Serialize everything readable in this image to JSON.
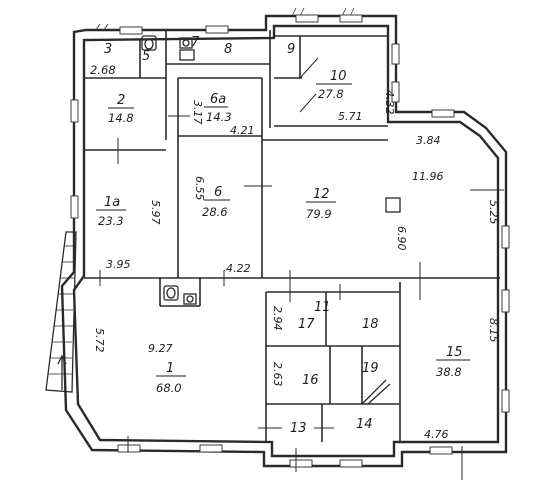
{
  "rooms": [
    {
      "id": "r3",
      "number": "3",
      "area": "2.68"
    },
    {
      "id": "r5",
      "number": "5",
      "area": ""
    },
    {
      "id": "r7",
      "number": "7",
      "area": ""
    },
    {
      "id": "r8",
      "number": "8",
      "area": ""
    },
    {
      "id": "r9",
      "number": "9",
      "area": ""
    },
    {
      "id": "r10",
      "number": "10",
      "area": "27.8"
    },
    {
      "id": "r2",
      "number": "2",
      "area": "14.8"
    },
    {
      "id": "r6a",
      "number": "6a",
      "area": "14.3"
    },
    {
      "id": "r1a",
      "number": "1a",
      "area": "23.3"
    },
    {
      "id": "r6",
      "number": "6",
      "area": "28.6"
    },
    {
      "id": "r12",
      "number": "12",
      "area": "79.9"
    },
    {
      "id": "r11",
      "number": "11",
      "area": ""
    },
    {
      "id": "r1",
      "number": "1",
      "area": "68.0"
    },
    {
      "id": "r17",
      "number": "17",
      "area": ""
    },
    {
      "id": "r18",
      "number": "18",
      "area": ""
    },
    {
      "id": "r16",
      "number": "16",
      "area": ""
    },
    {
      "id": "r19",
      "number": "19",
      "area": ""
    },
    {
      "id": "r15",
      "number": "15",
      "area": "38.8"
    },
    {
      "id": "r13",
      "number": "13",
      "area": ""
    },
    {
      "id": "r14",
      "number": "14",
      "area": ""
    }
  ],
  "dimensions": [
    {
      "id": "d432",
      "text": "4.32"
    },
    {
      "id": "d571",
      "text": "5.71"
    },
    {
      "id": "d317",
      "text": "3.17"
    },
    {
      "id": "d421",
      "text": "4.21"
    },
    {
      "id": "d384",
      "text": "3.84"
    },
    {
      "id": "d1196",
      "text": "11.96"
    },
    {
      "id": "d597",
      "text": "5.97"
    },
    {
      "id": "d395",
      "text": "3.95"
    },
    {
      "id": "d655",
      "text": "6.55"
    },
    {
      "id": "d422",
      "text": "4.22"
    },
    {
      "id": "d690",
      "text": "6.90"
    },
    {
      "id": "d525",
      "text": "5.25"
    },
    {
      "id": "d572",
      "text": "5.72"
    },
    {
      "id": "d927",
      "text": "9.27"
    },
    {
      "id": "d294",
      "text": "2.94"
    },
    {
      "id": "d263",
      "text": "2.63"
    },
    {
      "id": "d815",
      "text": "8.15"
    },
    {
      "id": "d476",
      "text": "4.76"
    }
  ]
}
